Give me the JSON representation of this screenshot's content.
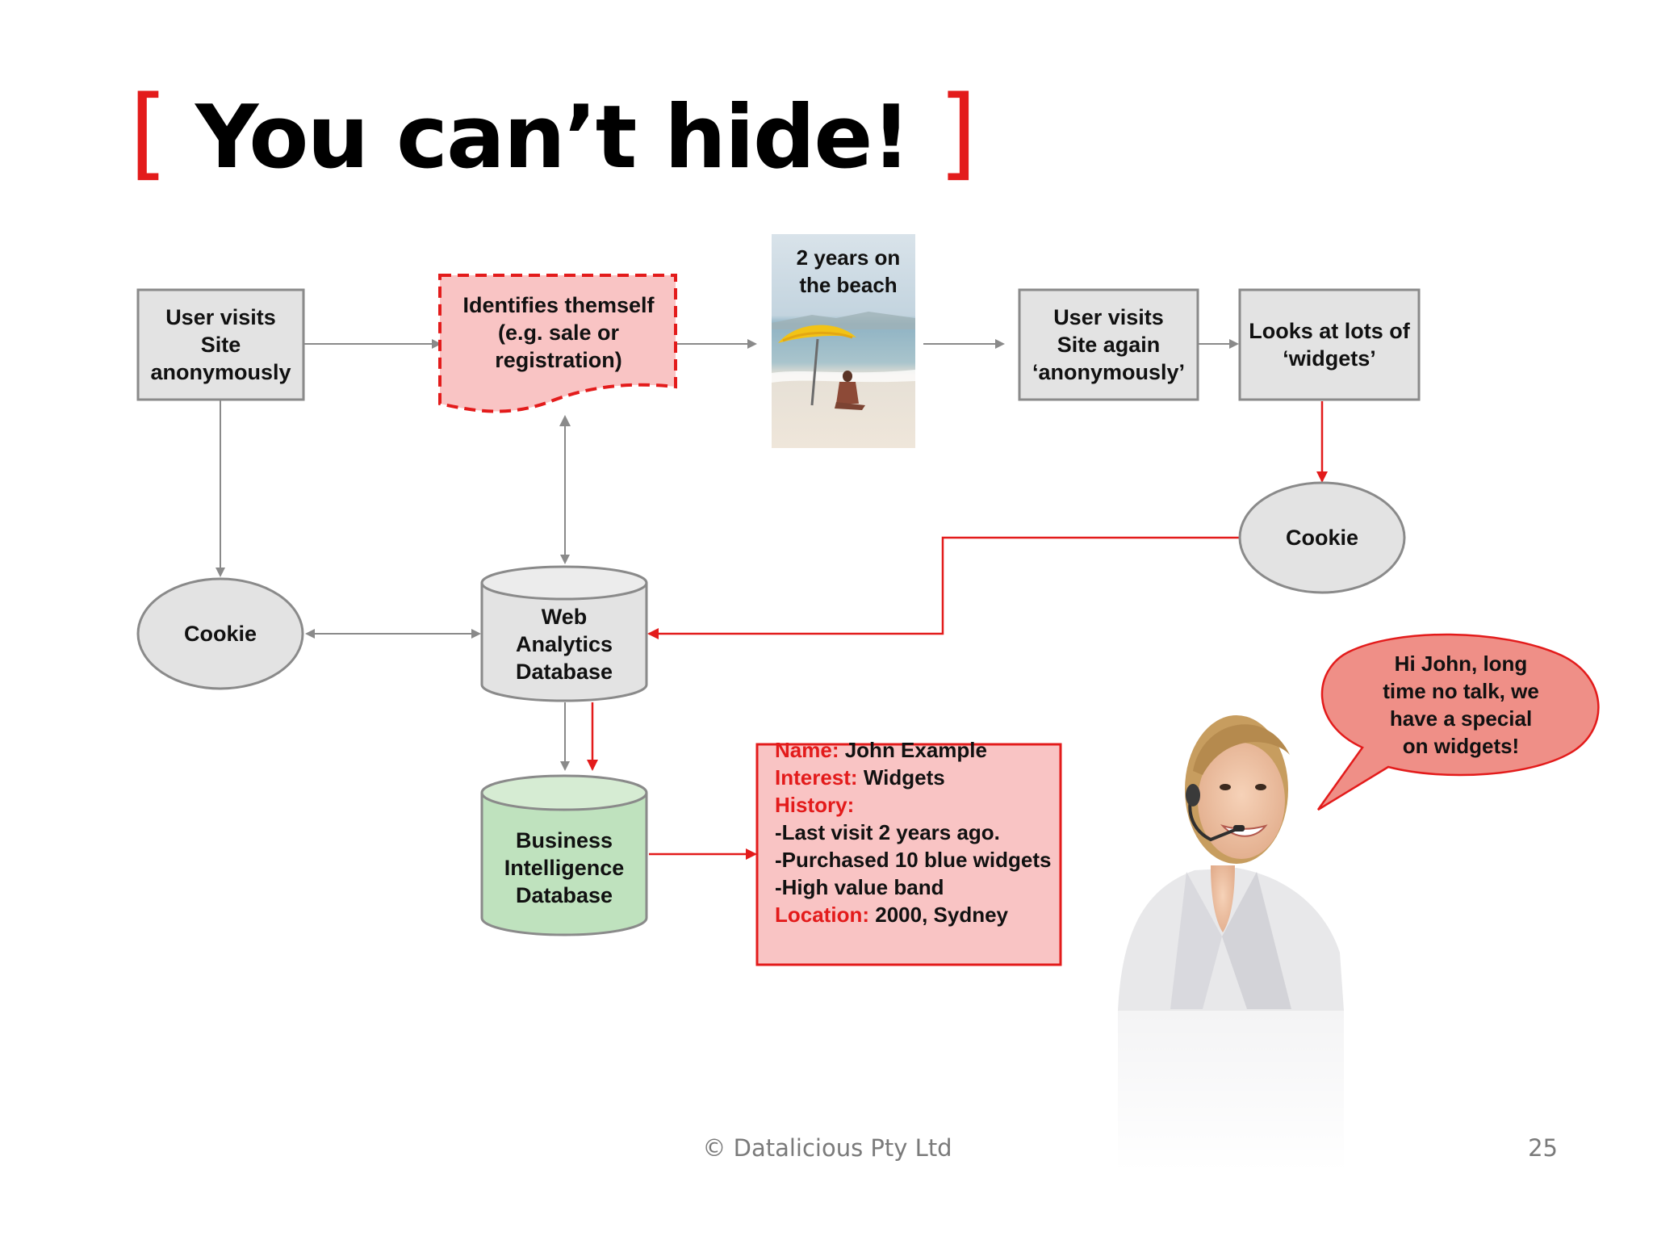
{
  "slide": {
    "title": {
      "open_bracket": "[",
      "text": "You can’t hide!",
      "close_bracket": "]"
    },
    "footer": "© Datalicious Pty Ltd",
    "page_number": "25"
  },
  "nodes": {
    "user_visits": [
      "User visits",
      "Site",
      "anonymously"
    ],
    "identifies": [
      "Identifies themself",
      "(e.g. sale or",
      "registration)"
    ],
    "beach": [
      "2 years on",
      "the beach"
    ],
    "user_visits_again": [
      "User visits",
      "Site again",
      "‘anonymously’"
    ],
    "looks_widgets": [
      "Looks at lots of",
      "‘widgets’"
    ],
    "cookie_left": "Cookie",
    "cookie_right": "Cookie",
    "web_analytics": [
      "Web",
      "Analytics",
      "Database"
    ],
    "bi_database": [
      "Business",
      "Intelligence",
      "Database"
    ]
  },
  "profile": {
    "name_label": "Name:",
    "name_value": "John Example",
    "interest_label": "Interest:",
    "interest_value": "Widgets",
    "history_label": "History:",
    "history_items": [
      "-Last visit 2 years ago.",
      "-Purchased 10 blue widgets",
      "-High value band"
    ],
    "location_label": "Location:",
    "location_value": "2000, Sydney"
  },
  "speech_bubble": [
    "Hi John, long",
    "time no talk, we",
    "have a special",
    "on widgets!"
  ],
  "colors": {
    "accent_red": "#e31b1b",
    "box_gray": "#e3e3e3",
    "border_gray": "#8a8a8a",
    "pink_fill": "#f9c4c4",
    "bi_green": "#bfe2be",
    "bubble_fill": "#ef8f87"
  }
}
